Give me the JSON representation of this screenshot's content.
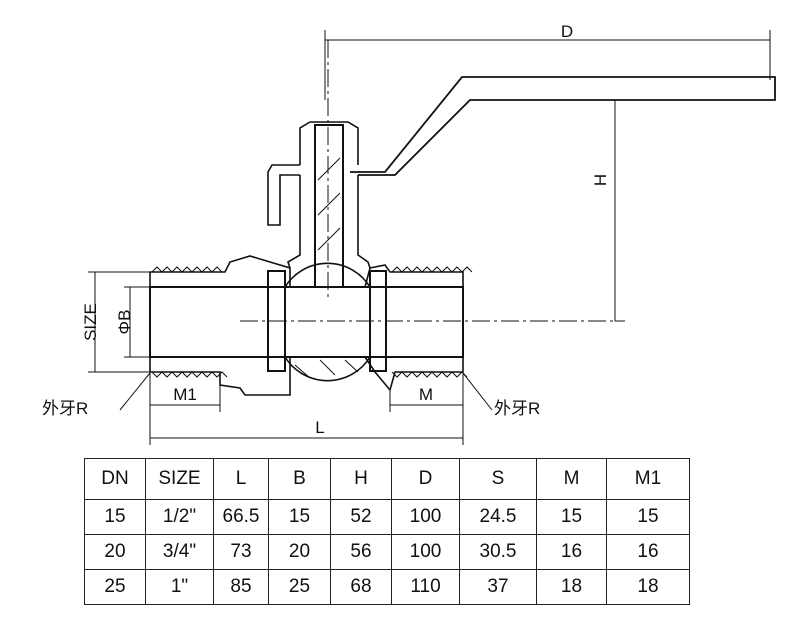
{
  "drawing": {
    "labels": {
      "D": "D",
      "H": "H",
      "size": "SIZE",
      "phi_b": "ΦB",
      "m1": "M1",
      "m": "M",
      "l": "L",
      "thread_left": "外牙R",
      "thread_right": "外牙R"
    }
  },
  "table": {
    "headers": [
      "DN",
      "SIZE",
      "L",
      "B",
      "H",
      "D",
      "S",
      "M",
      "M1"
    ],
    "rows": [
      [
        "15",
        "1/2\"",
        "66.5",
        "15",
        "52",
        "100",
        "24.5",
        "15",
        "15"
      ],
      [
        "20",
        "3/4\"",
        "73",
        "20",
        "56",
        "100",
        "30.5",
        "16",
        "16"
      ],
      [
        "25",
        "1\"",
        "85",
        "25",
        "68",
        "110",
        "37",
        "18",
        "18"
      ]
    ]
  }
}
